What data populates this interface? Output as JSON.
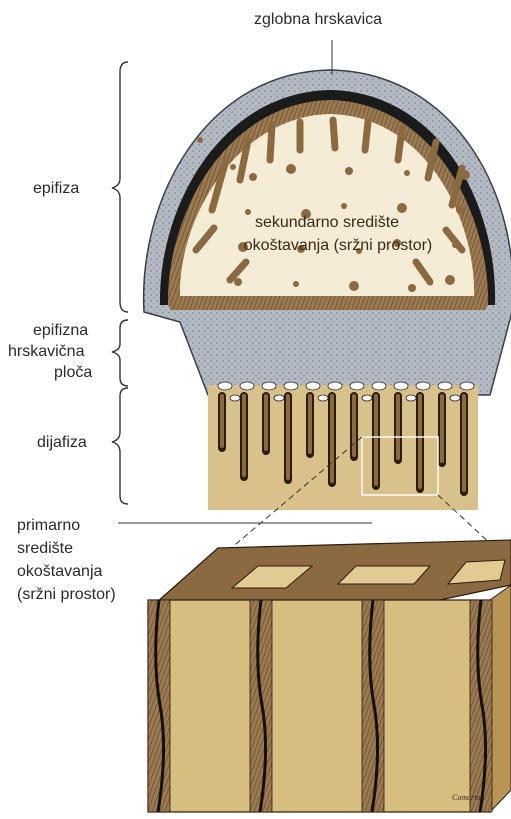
{
  "labels": {
    "zglobna": "zglobna hrskavica",
    "epifiza": "epifiza",
    "plate_line1": "epifizna",
    "plate_line2": "hrskavična",
    "plate_line3": "ploča",
    "dijafiza": "dijafiza",
    "primarno_line1": "primarno",
    "primarno_line2": "središte",
    "primarno_line3": "okoštavanja",
    "primarno_line4": "(sržni prostor)",
    "sekundarno_line1": "sekundarno središte",
    "sekundarno_line2": "okoštavanja (sržni prostor)"
  },
  "colors": {
    "cartilage": "#aab2bc",
    "bone_rim": "#1b1b1b",
    "trabecular_bone": "#9a7a52",
    "marrow_space": "#f5ecd6",
    "diaphysis": "#d9c18c",
    "block_face": "#d7bd80",
    "block_wall": "#8b6a42"
  },
  "signature": "Comarton"
}
